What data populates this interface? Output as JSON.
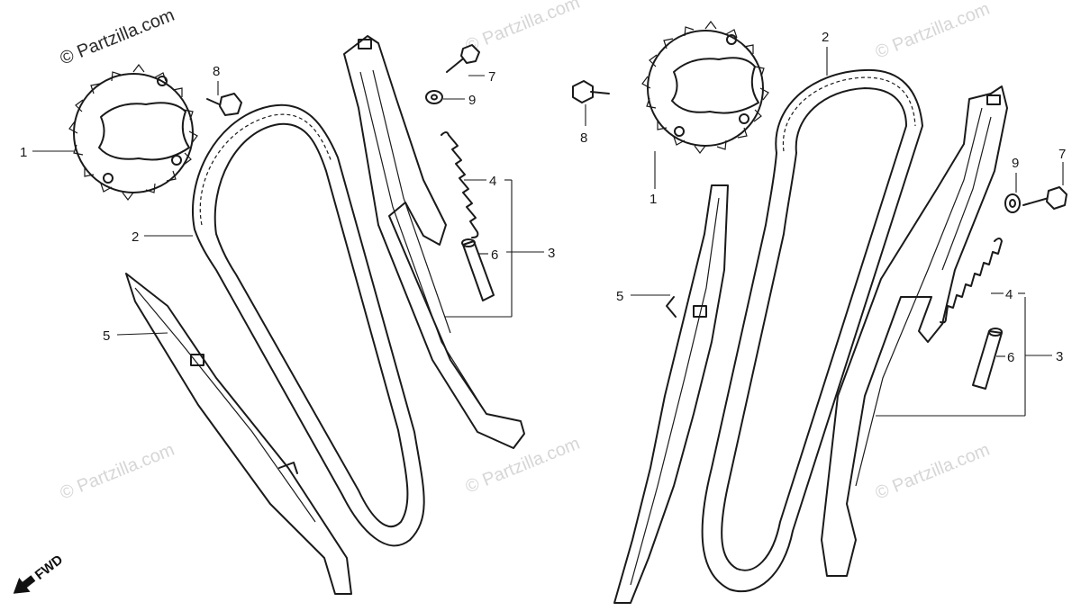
{
  "watermark": {
    "text": "© Partzilla.com"
  },
  "direction_marker": {
    "label": "FWD"
  },
  "left_assembly": {
    "callouts": [
      {
        "id": "c1",
        "number": "1"
      },
      {
        "id": "c2",
        "number": "2"
      },
      {
        "id": "c3",
        "number": "3"
      },
      {
        "id": "c4",
        "number": "4"
      },
      {
        "id": "c5",
        "number": "5"
      },
      {
        "id": "c6",
        "number": "6"
      },
      {
        "id": "c7",
        "number": "7"
      },
      {
        "id": "c8",
        "number": "8"
      },
      {
        "id": "c9",
        "number": "9"
      }
    ]
  },
  "right_assembly": {
    "callouts": [
      {
        "id": "c1",
        "number": "1"
      },
      {
        "id": "c2",
        "number": "2"
      },
      {
        "id": "c3",
        "number": "3"
      },
      {
        "id": "c4",
        "number": "4"
      },
      {
        "id": "c5",
        "number": "5"
      },
      {
        "id": "c6",
        "number": "6"
      },
      {
        "id": "c7",
        "number": "7"
      },
      {
        "id": "c8",
        "number": "8"
      },
      {
        "id": "c9",
        "number": "9"
      }
    ]
  }
}
